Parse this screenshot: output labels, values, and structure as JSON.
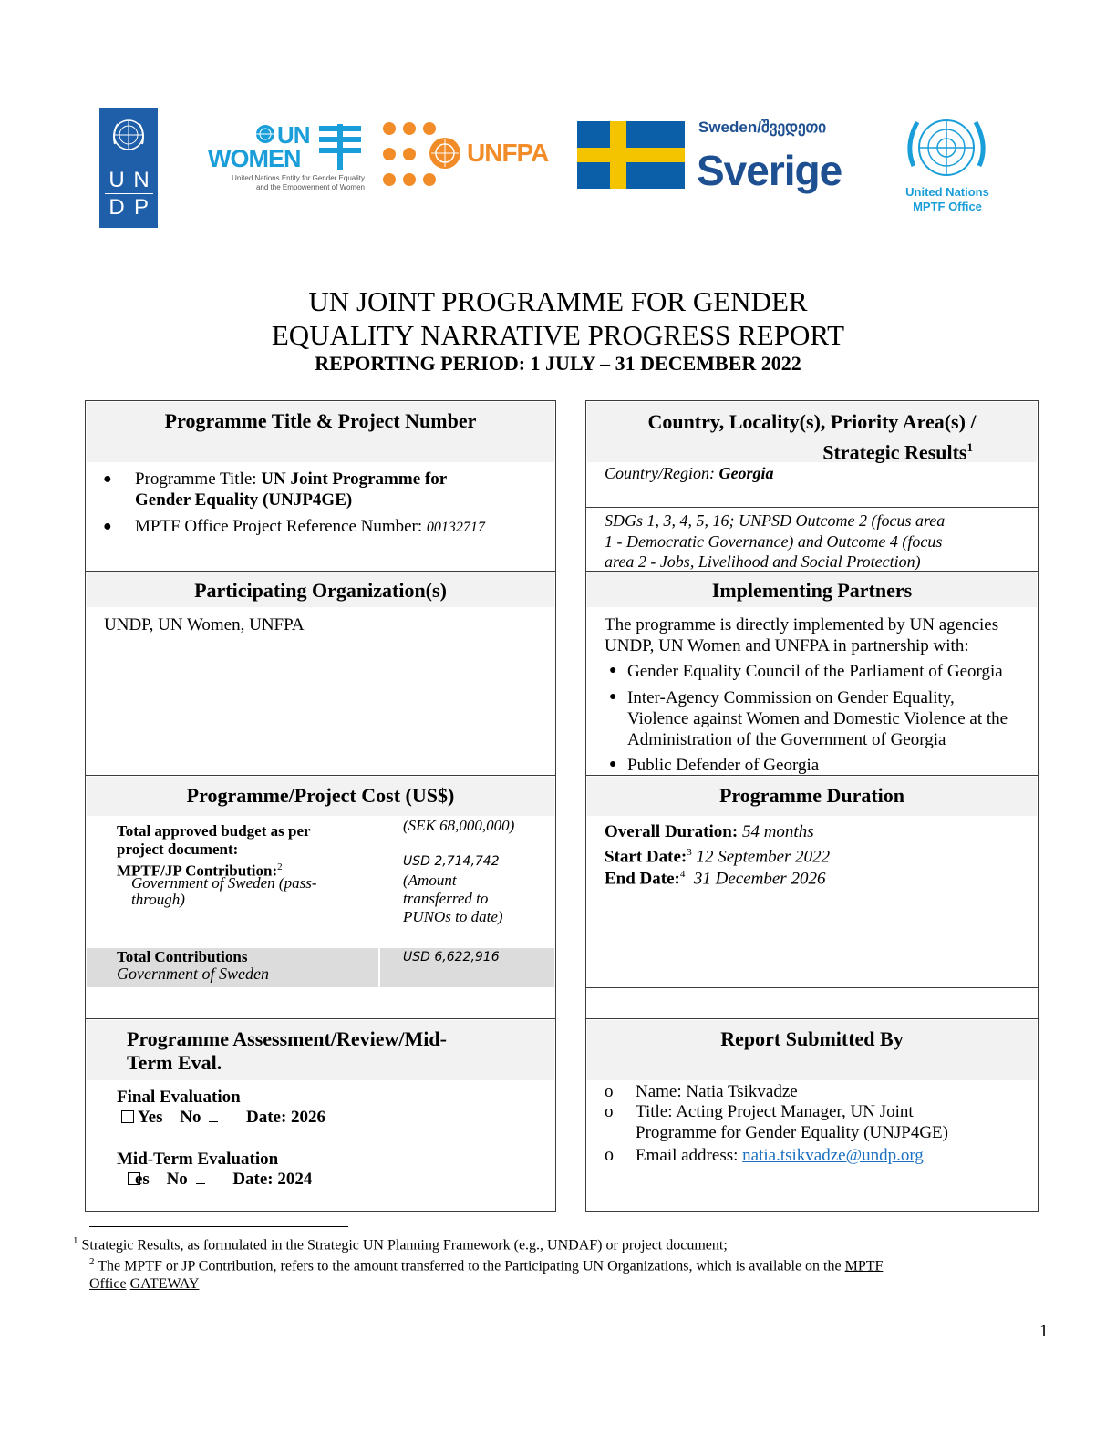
{
  "logos": {
    "undp_letters": [
      "U",
      "N",
      "D",
      "P"
    ],
    "unwomen_un": "UN",
    "unwomen_women": "WOMEN",
    "unwomen_tagline_1": "United Nations Entity for Gender Equality",
    "unwomen_tagline_2": "and the Empowerment of Women",
    "unfpa": "UNFPA",
    "sweden_label": "Sweden/შვედეთი",
    "sverige": "Sverige",
    "mptf_line1": "United Nations",
    "mptf_line2": "MPTF Office",
    "colors": {
      "undp_blue": "#1f5ea8",
      "un_blue": "#1a9ed9",
      "unfpa_orange": "#f28c28",
      "sweden_blue": "#0a5fa8",
      "sweden_yellow": "#f5c400",
      "sverige_text": "#1d4f91"
    }
  },
  "title": {
    "line1": "UN JOINT PROGRAMME FOR GENDER",
    "line2": "EQUALITY NARRATIVE PROGRESS REPORT",
    "period": "REPORTING PERIOD: 1 JULY – 31 DECEMBER 2022"
  },
  "programme_title_box": {
    "header": "Programme Title & Project Number",
    "title_label": "Programme Title: ",
    "title_value_1": "UN Joint Programme for",
    "title_value_2": "Gender Equality (UNJP4GE)",
    "ref_label": "MPTF Office Project Reference Number: ",
    "ref_value": "00132717"
  },
  "country_box": {
    "header_1": "Country, Locality(s), Priority Area(s) /",
    "header_2": "Strategic Results",
    "header_sup": "1",
    "country_label": "Country/Region: ",
    "country_value": "Georgia",
    "sdgs_1": "SDGs 1, 3, 4, 5, 16; UNPSD Outcome 2 (focus area",
    "sdgs_2": "1 - Democratic Governance) and Outcome 4 (focus",
    "sdgs_3": "area 2 - Jobs, Livelihood and Social Protection)"
  },
  "participating": {
    "header": "Participating Organization(s)",
    "value": "UNDP, UN Women, UNFPA"
  },
  "implementing": {
    "header": "Implementing Partners",
    "intro_1": "The programme is directly implemented by UN agencies",
    "intro_2": "UNDP, UN Women and UNFPA in partnership with:",
    "items": [
      {
        "lines": [
          "Gender Equality Council of the Parliament of Georgia"
        ]
      },
      {
        "lines": [
          "Inter-Agency Commission on Gender Equality,",
          "Violence against Women and Domestic Violence at the",
          "Administration of the Government of Georgia"
        ]
      },
      {
        "lines": [
          "Public Defender of Georgia"
        ]
      }
    ]
  },
  "cost": {
    "header": "Programme/Project Cost (US$)",
    "budget_label_1": "Total approved budget as per",
    "budget_label_2": "project document:",
    "budget_value": "(SEK 68,000,000)",
    "mptf_label": "MPTF/JP Contribution:",
    "mptf_sup": "2",
    "gov_1": "Government of Sweden (pass-",
    "gov_2": "through)",
    "mptf_value": "USD 2,714,742",
    "mptf_note_1": "(Amount",
    "mptf_note_2": "transferred to",
    "mptf_note_3": "PUNOs to date)",
    "total_label": "Total Contributions",
    "total_sub": "Government of Sweden",
    "total_value": "USD 6,622,916"
  },
  "duration": {
    "header": "Programme Duration",
    "overall_label": "Overall Duration: ",
    "overall_value": "54 months",
    "start_label": "Start Date:",
    "start_sup": "3",
    "start_value": " 12 September 2022",
    "end_label": "End Date:",
    "end_sup": "4",
    "end_value": "  31 December 2026"
  },
  "assessment": {
    "header_1": "Programme Assessment/Review/Mid-",
    "header_2": "Term Eval.",
    "final_label": "Final Evaluation",
    "final_yes": "Yes",
    "final_no": "No",
    "final_date": "Date: 2026",
    "mid_label": "Mid-Term Evaluation",
    "mid_yes": "es",
    "mid_no": "No",
    "mid_date": "Date: 2024"
  },
  "submitted": {
    "header": "Report Submitted By",
    "marker": "o",
    "name": "Name: Natia Tsikvadze",
    "title_1": "Title: Acting Project Manager, UN Joint",
    "title_2": "Programme for Gender Equality (UNJP4GE)",
    "email_label": "Email address: ",
    "email": "natia.tsikvadze@undp.org"
  },
  "footnotes": {
    "fn1_num": "1",
    "fn1_text": " Strategic Results, as formulated in the Strategic UN Planning Framework (e.g., UNDAF) or project document;",
    "fn2_num": "2",
    "fn2_text": " The MPTF or JP Contribution, refers to the amount transferred to the Participating UN Organizations, which is available on the ",
    "fn2_link1": "MPTF",
    "fn2_link2": "Office",
    "fn2_link3": "GATEWAY"
  },
  "page_number": "1"
}
